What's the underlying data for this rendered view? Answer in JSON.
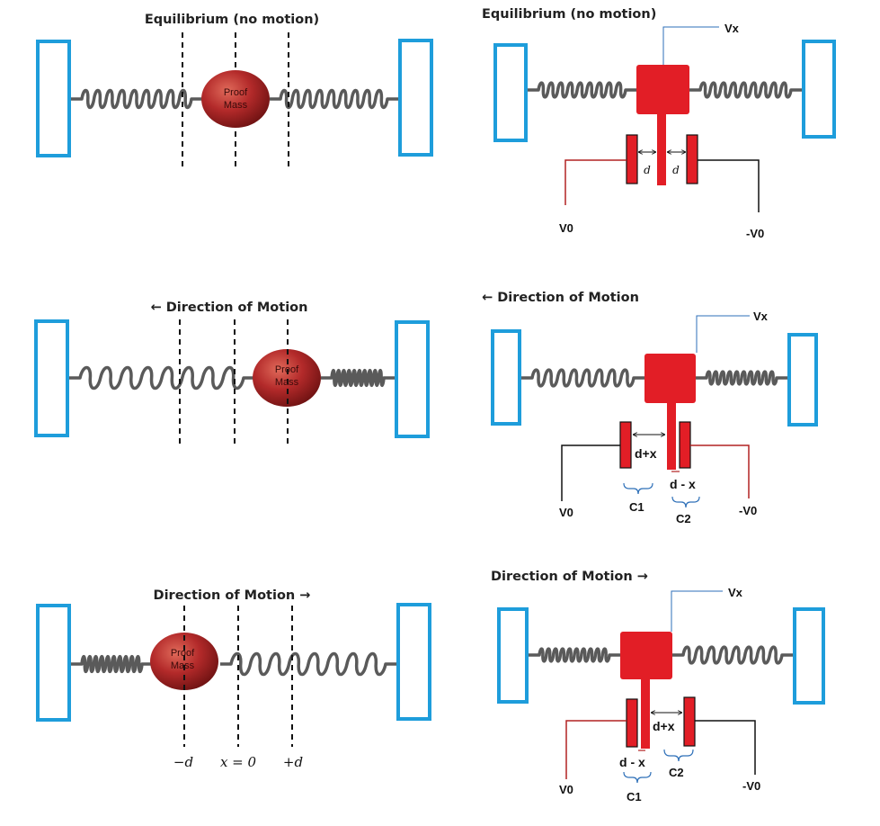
{
  "panels": {
    "left_equilibrium": {
      "title": "Equilibrium (no motion)",
      "mass_line1": "Proof",
      "mass_line2": "Mass"
    },
    "left_motion_left": {
      "title": "← Direction of Motion",
      "mass_line1": "Proof",
      "mass_line2": "Mass"
    },
    "left_motion_right": {
      "title": "Direction of Motion →",
      "mass_line1": "Proof",
      "mass_line2": "Mass",
      "tick_minus_d": "−d",
      "tick_zero": "x = 0",
      "tick_plus_d": "+d"
    },
    "right_equilibrium": {
      "title": "Equilibrium (no motion)",
      "vx": "Vx",
      "v0": "V0",
      "neg_v0": "-V0",
      "gap_left": "d",
      "gap_right": "d"
    },
    "right_motion_left": {
      "title": "← Direction of Motion",
      "vx": "Vx",
      "v0": "V0",
      "neg_v0": "-V0",
      "gap_left": "d+x",
      "gap_right": "d - x",
      "c1": "C1",
      "c2": "C2"
    },
    "right_motion_right": {
      "title": "Direction of Motion →",
      "vx": "Vx",
      "v0": "V0",
      "neg_v0": "-V0",
      "gap_left": "d - x",
      "gap_right": "d+x",
      "c1": "C1",
      "c2": "C2"
    }
  },
  "colors": {
    "frame": "#1e9ddb",
    "electrode": "#e21e26",
    "proof_mass": "#b32a2a",
    "spring": "#5a5a5a",
    "wire_red": "#b22222",
    "wire_black": "#111111",
    "bracket": "#2d6fb8"
  }
}
